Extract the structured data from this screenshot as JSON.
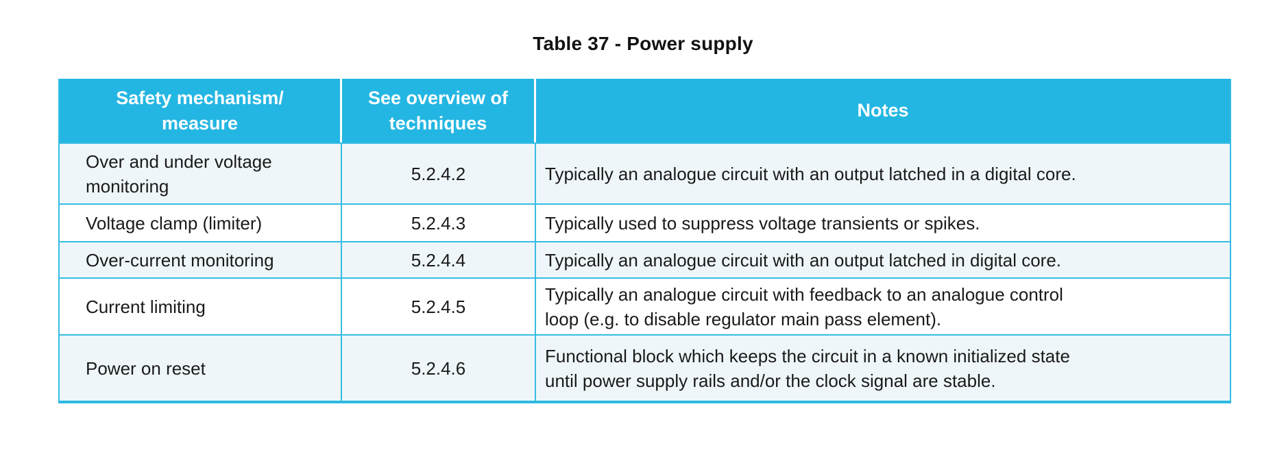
{
  "title": "Table 37 - Power supply",
  "colors": {
    "header_bg": "#24b6e2",
    "header_text": "#ffffff",
    "row_alt_bg": "#eff6fa",
    "row_bg": "#ffffff",
    "border": "#35bce2",
    "body_text": "#1a1a1a"
  },
  "table": {
    "columns": [
      {
        "key": "mechanism",
        "label": "Safety mechanism/\nmeasure"
      },
      {
        "key": "ref",
        "label": "See overview of\ntechniques"
      },
      {
        "key": "notes",
        "label": "Notes"
      }
    ],
    "rows": [
      {
        "mechanism": "Over and under voltage\nmonitoring",
        "ref": "5.2.4.2",
        "notes": "Typically an analogue circuit with an output latched in a digital core."
      },
      {
        "mechanism": "Voltage clamp (limiter)",
        "ref": "5.2.4.3",
        "notes": "Typically used to suppress voltage transients or spikes."
      },
      {
        "mechanism": "Over-current monitoring",
        "ref": "5.2.4.4",
        "notes": "Typically an analogue circuit with an output latched in digital core."
      },
      {
        "mechanism": "Current limiting",
        "ref": "5.2.4.5",
        "notes": "Typically an analogue circuit with feedback to an analogue control\nloop (e.g. to disable regulator main pass element)."
      },
      {
        "mechanism": "Power on reset",
        "ref": "5.2.4.6",
        "notes": "Functional block which keeps the circuit in a known initialized state\nuntil power supply rails and/or the clock signal are stable."
      }
    ]
  }
}
